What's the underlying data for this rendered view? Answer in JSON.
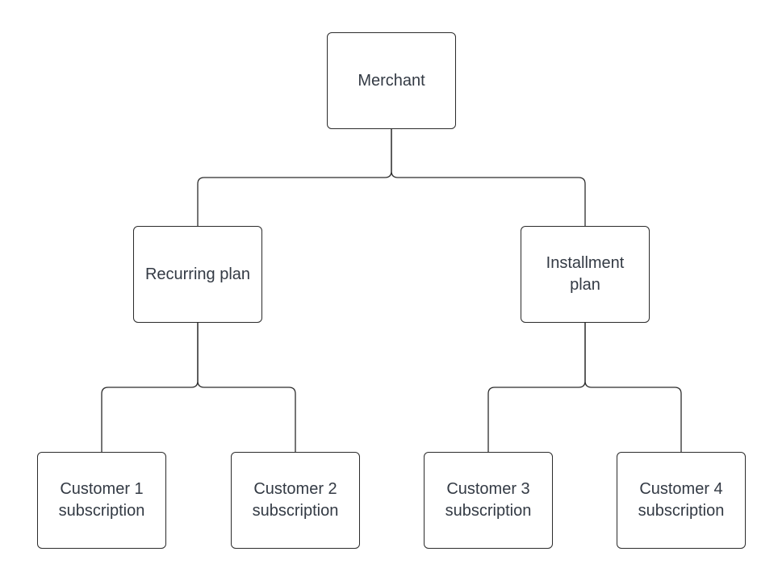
{
  "diagram": {
    "nodes": {
      "merchant": "Merchant",
      "recurring_plan": "Recurring plan",
      "installment_plan": "Installment\nplan",
      "customer_1": "Customer 1\nsubscription",
      "customer_2": "Customer 2\nsubscription",
      "customer_3": "Customer 3\nsubscription",
      "customer_4": "Customer 4\nsubscription"
    },
    "edges": [
      [
        "merchant",
        "recurring_plan"
      ],
      [
        "merchant",
        "installment_plan"
      ],
      [
        "recurring_plan",
        "customer_1"
      ],
      [
        "recurring_plan",
        "customer_2"
      ],
      [
        "installment_plan",
        "customer_3"
      ],
      [
        "installment_plan",
        "customer_4"
      ]
    ],
    "colors": {
      "line": "#2b2b2b",
      "text": "#333a44",
      "background": "#ffffff"
    }
  }
}
